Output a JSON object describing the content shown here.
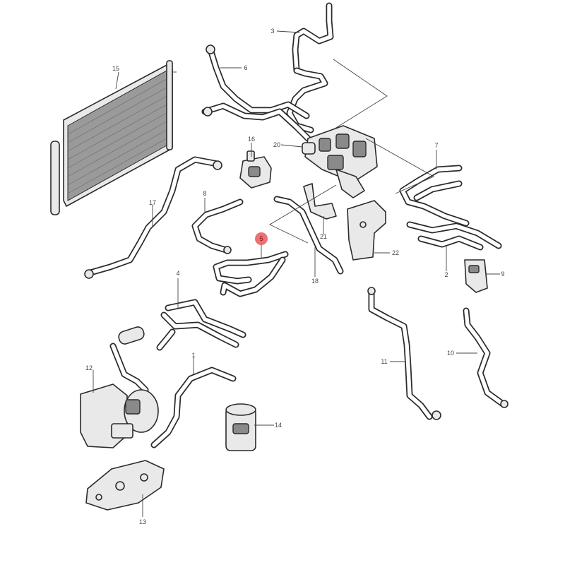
{
  "diagram": {
    "highlight_color": "#e8595a",
    "callouts": [
      {
        "id": "c1",
        "text": "1"
      },
      {
        "id": "c2",
        "text": "2"
      },
      {
        "id": "c3",
        "text": "3"
      },
      {
        "id": "c4",
        "text": "4"
      },
      {
        "id": "c5",
        "text": "5",
        "highlighted": true
      },
      {
        "id": "c6",
        "text": "6"
      },
      {
        "id": "c7",
        "text": "7"
      },
      {
        "id": "c8",
        "text": "8"
      },
      {
        "id": "c9",
        "text": "9"
      },
      {
        "id": "c10",
        "text": "10"
      },
      {
        "id": "c11",
        "text": "11"
      },
      {
        "id": "c12",
        "text": "12"
      },
      {
        "id": "c13",
        "text": "13"
      },
      {
        "id": "c14",
        "text": "14"
      },
      {
        "id": "c15",
        "text": "15"
      },
      {
        "id": "c16",
        "text": "16"
      },
      {
        "id": "c17",
        "text": "17"
      },
      {
        "id": "c18",
        "text": "18"
      },
      {
        "id": "c20",
        "text": "20"
      },
      {
        "id": "c21",
        "text": "21"
      },
      {
        "id": "c22",
        "text": "22"
      }
    ]
  }
}
